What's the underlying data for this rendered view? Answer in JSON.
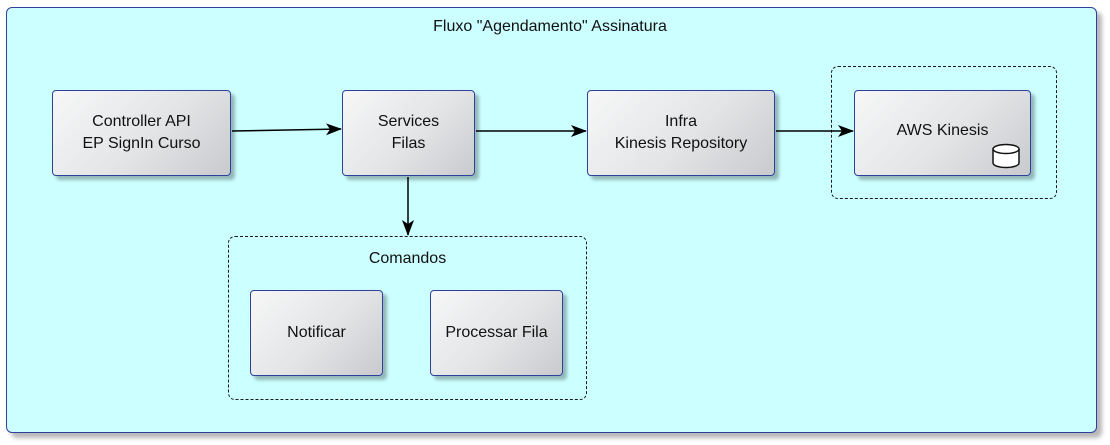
{
  "diagram": {
    "title": "Fluxo \"Agendamento\" Assinatura",
    "nodes": {
      "controller": {
        "line1": "Controller API",
        "line2": "EP SignIn Curso"
      },
      "services": {
        "line1": "Services",
        "line2": "Filas"
      },
      "infra": {
        "line1": "Infra",
        "line2": "Kinesis Repository"
      },
      "aws": {
        "label": "AWS Kinesis",
        "icon": "database-icon"
      },
      "notificar": {
        "label": "Notificar"
      },
      "processar": {
        "label": "Processar Fila"
      }
    },
    "groups": {
      "comandos": {
        "label": "Comandos"
      }
    },
    "edges": [
      {
        "from": "Controller API / EP SignIn Curso",
        "to": "Services / Filas"
      },
      {
        "from": "Services / Filas",
        "to": "Infra / Kinesis Repository"
      },
      {
        "from": "Infra / Kinesis Repository",
        "to": "AWS Kinesis"
      },
      {
        "from": "Services / Filas",
        "to": "Comandos"
      }
    ],
    "colors": {
      "background": "#ccffff",
      "border": "#2e3f9c",
      "node_fill_light": "#f7f7f7",
      "node_fill_dark": "#c8cacd"
    }
  }
}
